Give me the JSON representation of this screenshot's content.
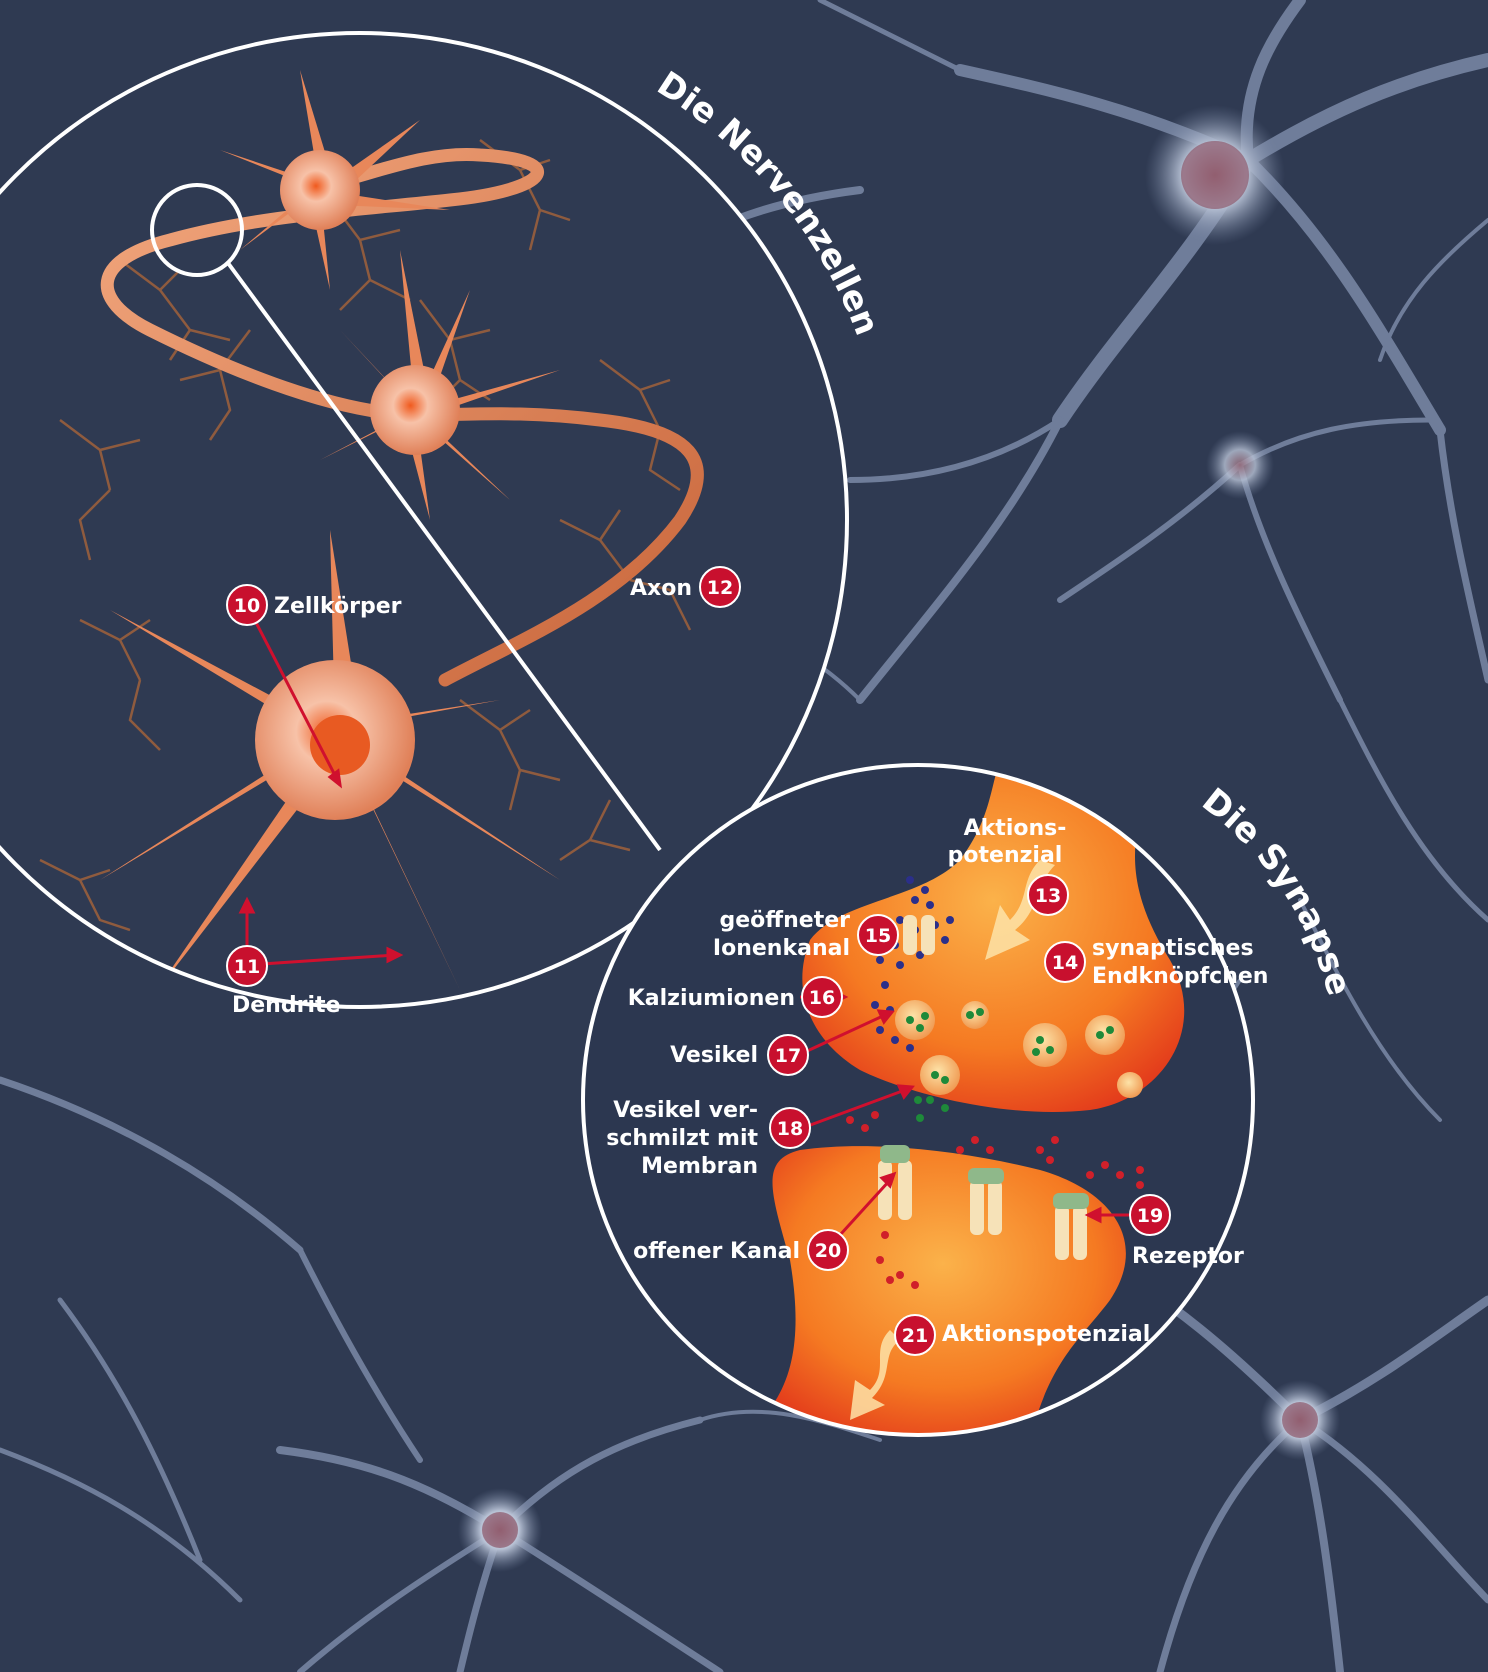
{
  "titles": {
    "neurons": "Die Nervenzellen",
    "synapse": "Die Synapse"
  },
  "labels": [
    {
      "id": "10",
      "text": "Zellkörper"
    },
    {
      "id": "11",
      "text": "Dendrite"
    },
    {
      "id": "12",
      "text": "Axon"
    },
    {
      "id": "13",
      "lines": [
        "Aktions-",
        "potenzial"
      ]
    },
    {
      "id": "14",
      "lines": [
        "synaptisches",
        "Endknöpfchen"
      ]
    },
    {
      "id": "15",
      "lines": [
        "geöffneter",
        "Ionenkanal"
      ]
    },
    {
      "id": "16",
      "text": "Kalziumionen"
    },
    {
      "id": "17",
      "text": "Vesikel"
    },
    {
      "id": "18",
      "lines": [
        "Vesikel ver-",
        "schmilzt mit",
        "Membran"
      ]
    },
    {
      "id": "19",
      "text": "Rezeptor"
    },
    {
      "id": "20",
      "text": "offener Kanal"
    },
    {
      "id": "21",
      "text": "Aktionspotenzial"
    }
  ],
  "colors": {
    "background": "#2f3a52",
    "neuron_orange": "#e8875a",
    "synapse_red": "#e8401c",
    "synapse_orange": "#f7932a",
    "badge_red": "#c8102e",
    "label_white": "#ffffff",
    "ion_blue": "#2b2f8a",
    "ion_green": "#1e8a3a"
  }
}
